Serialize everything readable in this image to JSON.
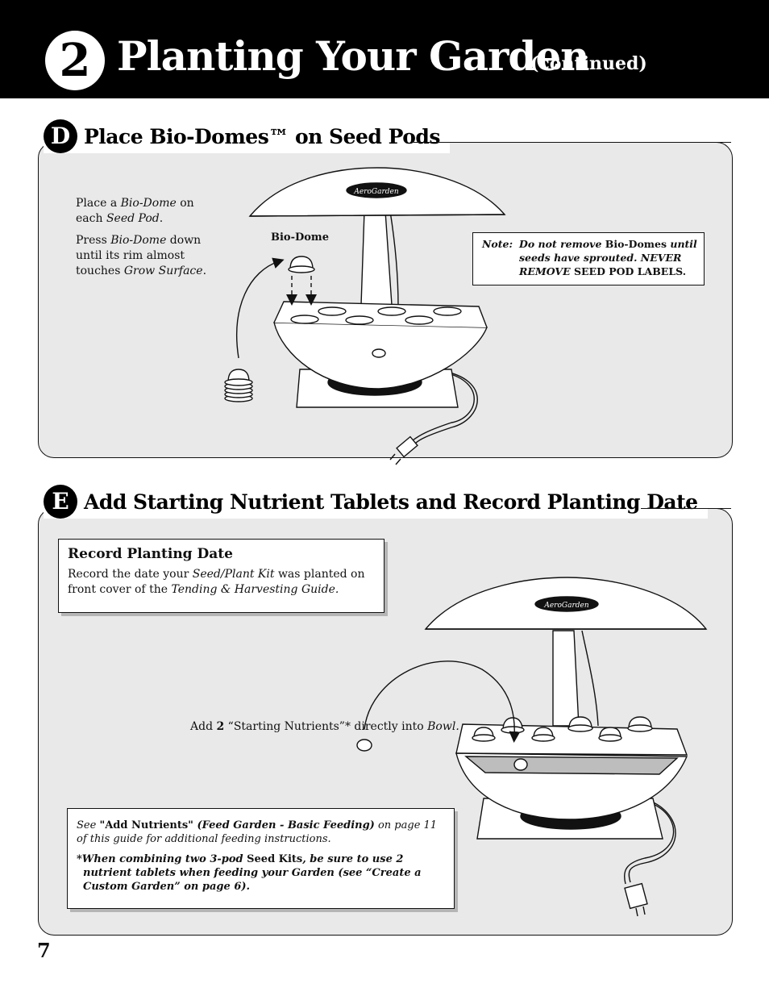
{
  "header": {
    "step_number": "2",
    "title": "Planting Your Garden",
    "subtitle": "(continued)"
  },
  "section_d": {
    "letter": "D",
    "title": "Place Bio-Domes™ on Seed Pods",
    "instructions": {
      "p1_a": "Place a ",
      "p1_b": "Bio-Dome",
      "p1_c": " on each ",
      "p1_d": "Seed Pod",
      "p1_e": ".",
      "p2_a": "Press ",
      "p2_b": "Bio-Dome",
      "p2_c": " down until its rim almost touches ",
      "p2_d": "Grow Surface",
      "p2_e": "."
    },
    "biodome_label": "Bio-Dome",
    "brand_logo": "AeroGarden",
    "note": {
      "label": "Note:",
      "t1": "Do not remove ",
      "t2": "Bio-Domes",
      "t3": " until seeds have sprouted. NEVER REMOVE ",
      "t4": "SEED POD LABELS."
    }
  },
  "section_e": {
    "letter": "E",
    "title": "Add Starting Nutrient Tablets and Record Planting Date",
    "record_box": {
      "title": "Record Planting Date",
      "t1": "Record the date your ",
      "t2": "Seed/Plant Kit",
      "t3": " was planted on front cover of the ",
      "t4": "Tending & Harvesting Guide."
    },
    "add_text": {
      "t1": "Add ",
      "t2": "2",
      "t3": " “Starting Nutrients”* directly into ",
      "t4": "Bowl."
    },
    "brand_logo": "AeroGarden",
    "see_box": {
      "s1": "See ",
      "s2": "\"Add Nutrients\"",
      "s3": " (Feed Garden - Basic Feeding)",
      "s4": " on page 11 of this guide for additional feeding instructions.",
      "f1": "*When combining two 3-pod ",
      "f2": "Seed Kits",
      "f3": ", be sure to use 2 nutrient tablets when feeding your Garden (see “Create a Custom Garden” on page 6)."
    }
  },
  "page_number": "7",
  "colors": {
    "header_bg": "#000000",
    "panel_bg": "#e9e9e9",
    "accent": "#000000"
  }
}
